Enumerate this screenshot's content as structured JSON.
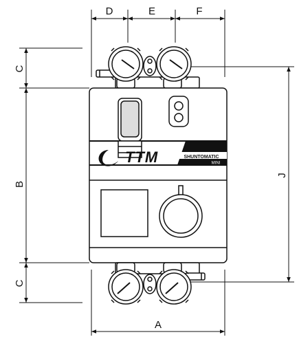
{
  "dimensions": {
    "top": [
      "D",
      "E",
      "F"
    ],
    "left": [
      "C",
      "B",
      "C"
    ],
    "right": "J",
    "bottom": "A"
  },
  "product": {
    "brand": "TTM",
    "model": "SHUNTOMATIC",
    "variant": "MINI"
  },
  "colors": {
    "line": "#111111",
    "body_fill": "#ffffff",
    "band_fill": "#111111"
  }
}
